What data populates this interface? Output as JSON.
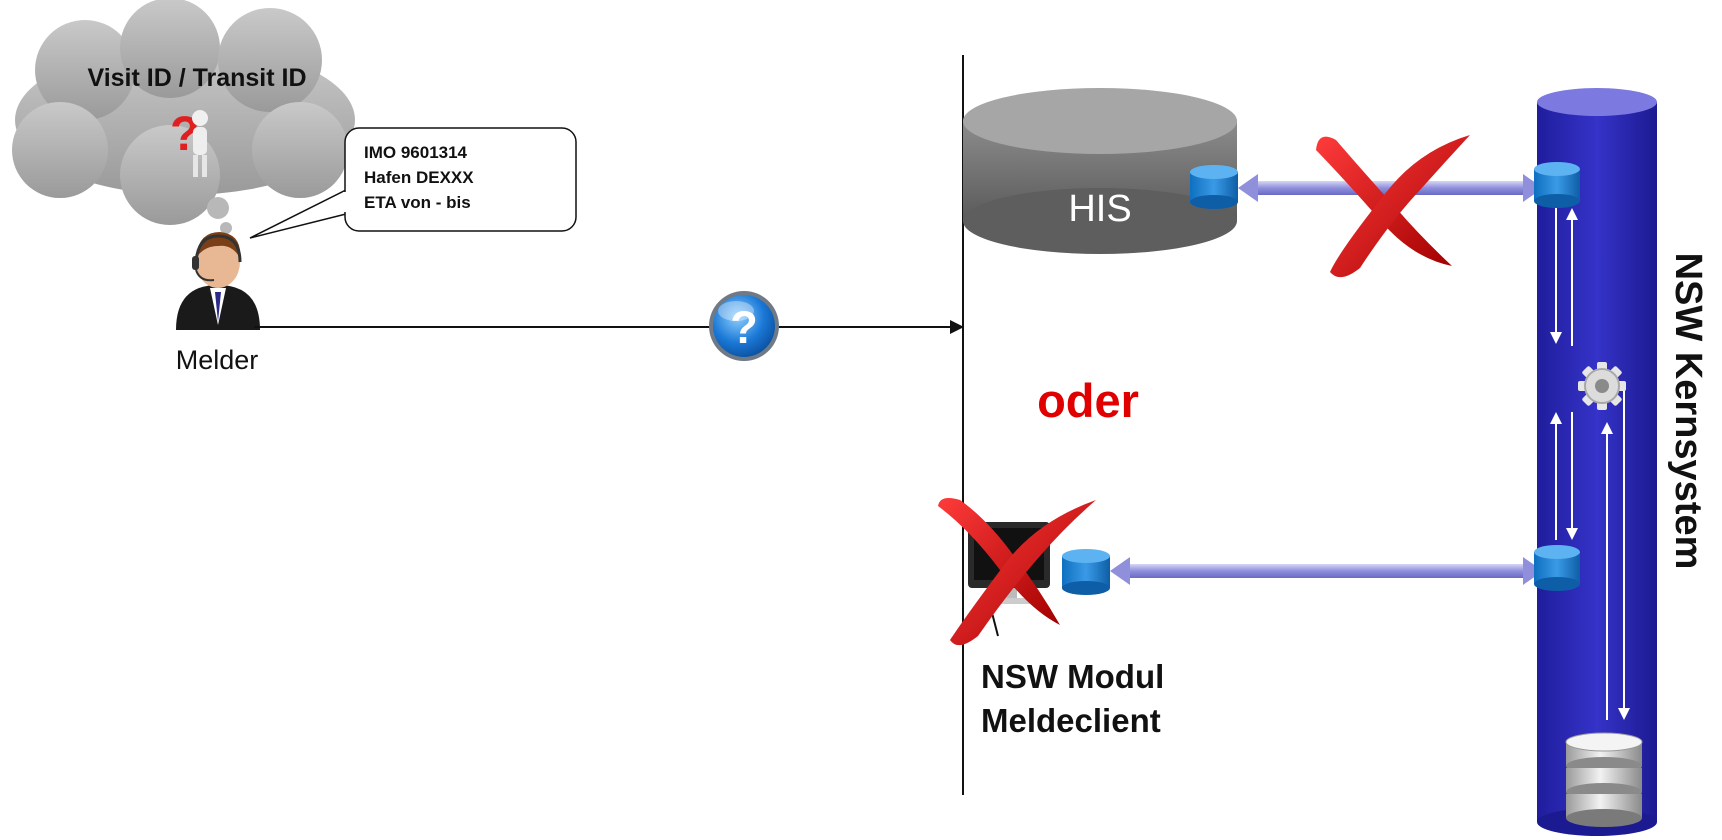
{
  "thought": {
    "title": "Visit ID / Transit ID"
  },
  "speech_bubble": {
    "lines": [
      "IMO 9601314",
      "Hafen DEXXX",
      "ETA von - bis"
    ]
  },
  "actor": {
    "label": "Melder"
  },
  "query_icon": {
    "glyph": "?"
  },
  "his": {
    "label": "HIS"
  },
  "alternative": {
    "label": "oder",
    "color": "#e00000"
  },
  "module": {
    "line1": "NSW Modul",
    "line2": "Meldeclient"
  },
  "core": {
    "label": "NSW Kernsystem",
    "color": "#2a28b8"
  },
  "icons": {
    "person": "person-headset-icon",
    "question": "question-mark-icon",
    "blocked": "red-x-icon",
    "connector": "database-connector-icon",
    "gear": "gear-icon",
    "database": "database-stack-icon",
    "monitor": "computer-monitor-icon"
  }
}
